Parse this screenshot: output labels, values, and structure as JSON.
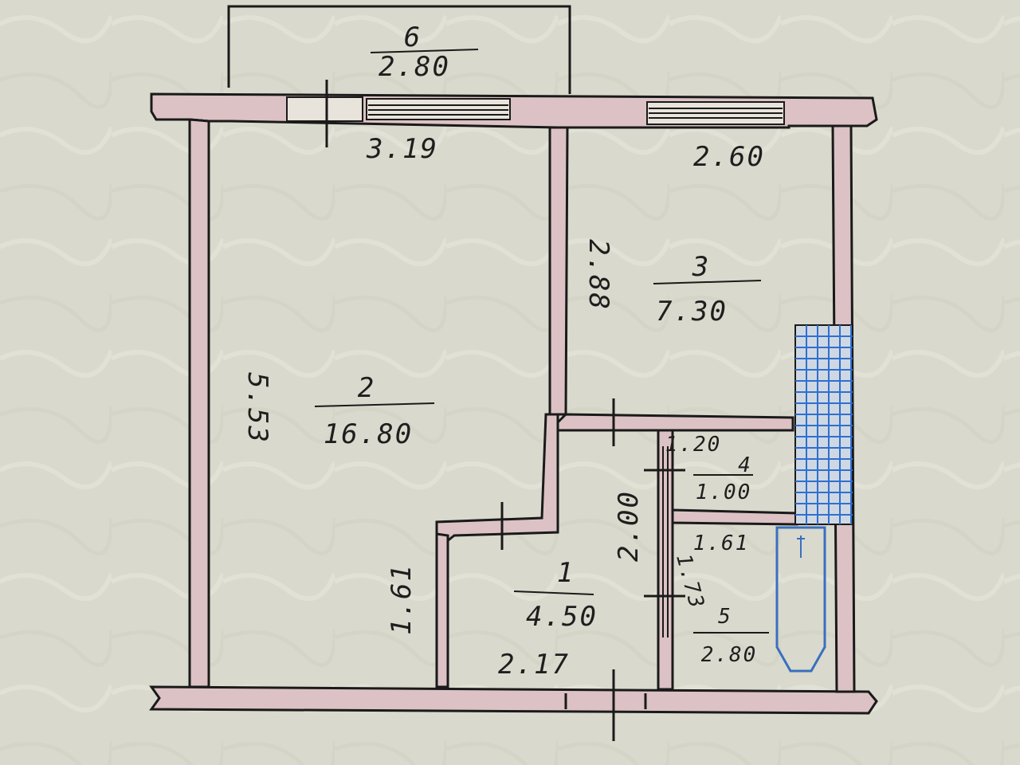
{
  "rooms": [
    {
      "number": "1",
      "area": "4.50"
    },
    {
      "number": "2",
      "area": "16.80"
    },
    {
      "number": "3",
      "area": "7.30"
    },
    {
      "number": "4",
      "area": "1.00"
    },
    {
      "number": "5",
      "area": "2.80"
    },
    {
      "number": "6",
      "area": "2.80"
    }
  ],
  "dimensions": {
    "room2_width": "3.19",
    "room2_length": "5.53",
    "room3_width": "2.60",
    "room3_length": "2.88",
    "room1_width": "2.17",
    "room1_length": "2.00",
    "room1_side": "1.61",
    "room4_width": "1.20",
    "room5_width": "1.61",
    "room5_length": "1.73"
  },
  "colors": {
    "paper": "#d8d9cc",
    "wall_fill": "#dcc2c4",
    "ink": "#1a1a1a",
    "tile": "#2f6fd0"
  }
}
